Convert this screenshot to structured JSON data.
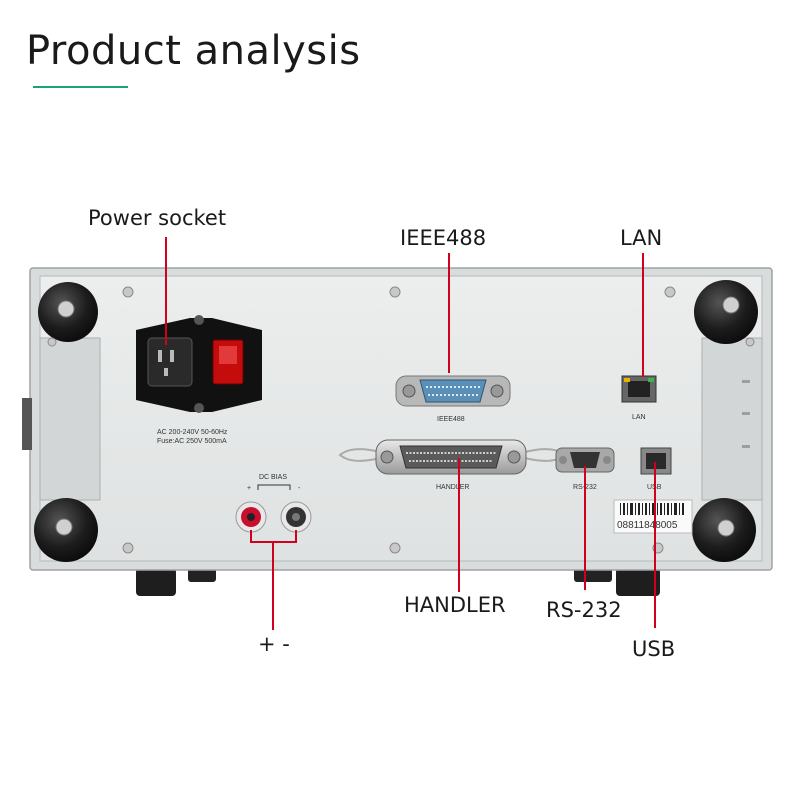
{
  "title": "Product analysis",
  "accent_color": "#1aa37a",
  "callout_color": "#d0021b",
  "callouts": {
    "power_socket": "Power socket",
    "ieee488": "IEEE488",
    "lan": "LAN",
    "handler": "HANDLER",
    "rs232": "RS-232",
    "usb": "USB",
    "dc_bias": "+ -"
  },
  "panel_text": {
    "power_rating_1": "AC 200-240V 50-60Hz",
    "power_rating_2": "Fuse:AC 250V 500mA",
    "dc_bias": "DC BIAS",
    "plus": "+",
    "minus": "-",
    "ieee488": "IEEE488",
    "lan": "LAN",
    "handler": "HANDLER",
    "rs232": "RS-232",
    "usb": "USB",
    "serial_number": "08811848005"
  }
}
